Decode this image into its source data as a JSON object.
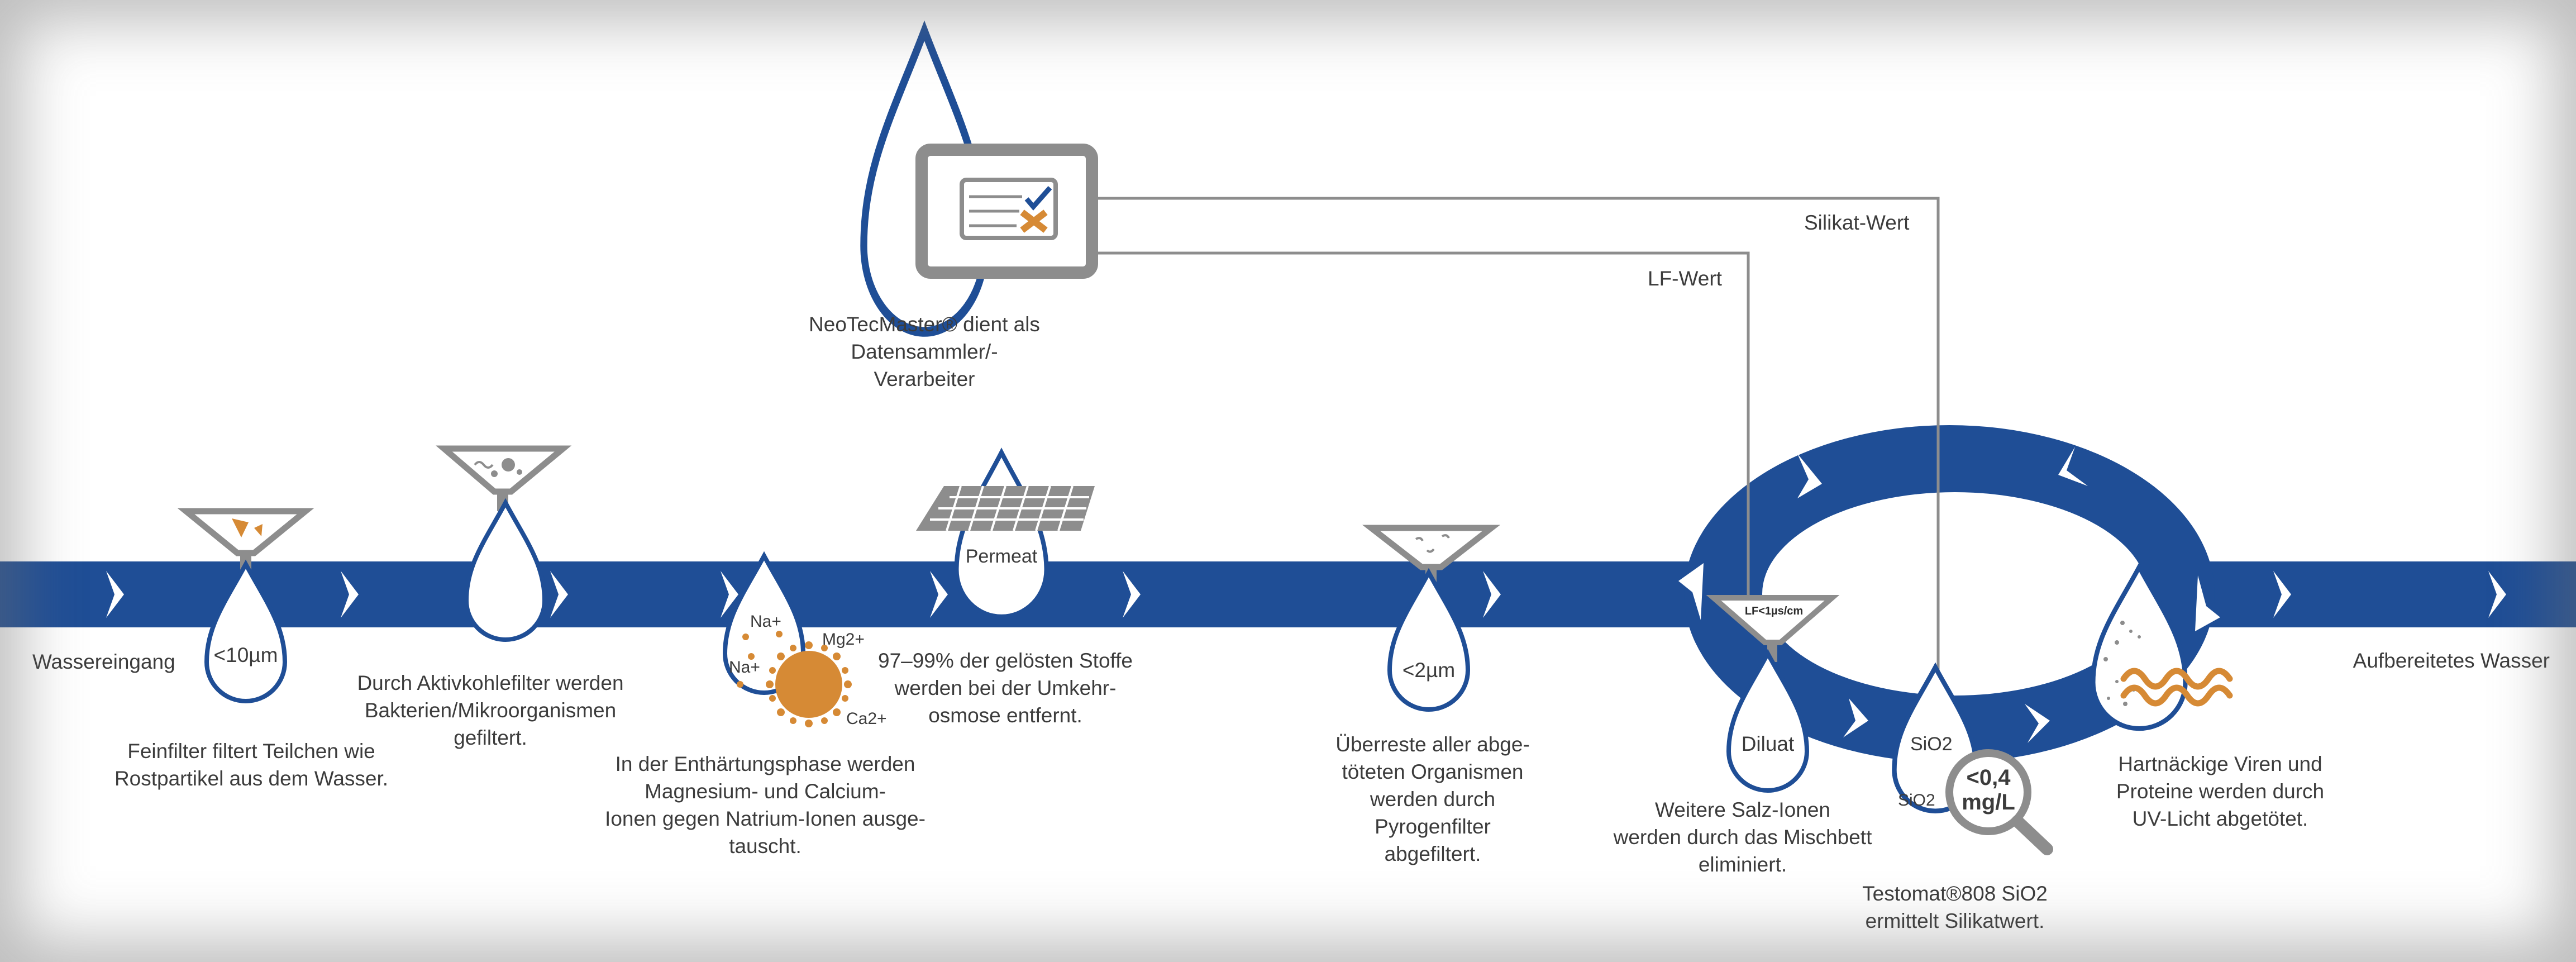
{
  "colors": {
    "pipe": "#1f4e96",
    "funnel": "#8d8d8d",
    "particle": "#d68a35",
    "text": "#3c3c3c"
  },
  "labels": {
    "wassereingang": "Wassereingang",
    "feinfilter_size": "<10µm",
    "feinfilter_desc": "Feinfilter filtert Teilchen wie\nRostpartikel aus dem Wasser.",
    "aktivkohle_desc": "Durch Aktivkohlefilter werden\nBakterien/Mikroorganismen\ngefiltert.",
    "ion_na1": "Na+",
    "ion_na2": "Na+",
    "ion_mg": "Mg2+",
    "ion_ca": "Ca2+",
    "enthaertung_desc": "In der Enthärtungsphase werden\nMagnesium- und Calcium-\nIonen gegen Natrium-Ionen ausge-\ntauscht.",
    "permeat": "Permeat",
    "umkehrosmose_desc": "97–99% der gelösten Stoffe\nwerden bei der Umkehr-\nosmose entfernt.",
    "pyrogen_size": "<2µm",
    "pyrogen_desc": "Überreste aller abge-\ntöteten Organismen\nwerden durch\nPyrogenfilter\nabgefiltert.",
    "neotec_desc": "NeoTecMaster® dient als\nDatensammler/-Verarbeiter",
    "silikat_wert": "Silikat-Wert",
    "lf_wert": "LF-Wert",
    "lf_sensor": "LF<1µs/cm",
    "diluat": "Diluat",
    "mischbett_desc": "Weitere Salz-Ionen\nwerden durch das Mischbett\neliminiert.",
    "sio2_a": "SiO2",
    "sio2_b": "SiO2",
    "sio2_value": "<0,4\nmg/L",
    "testomat_desc": "Testomat®808 SiO2\nermittelt Silikatwert.",
    "uv_desc": "Hartnäckige Viren und\nProteine werden durch\nUV-Licht abgetötet.",
    "aufbereitet": "Aufbereitetes Wasser"
  }
}
